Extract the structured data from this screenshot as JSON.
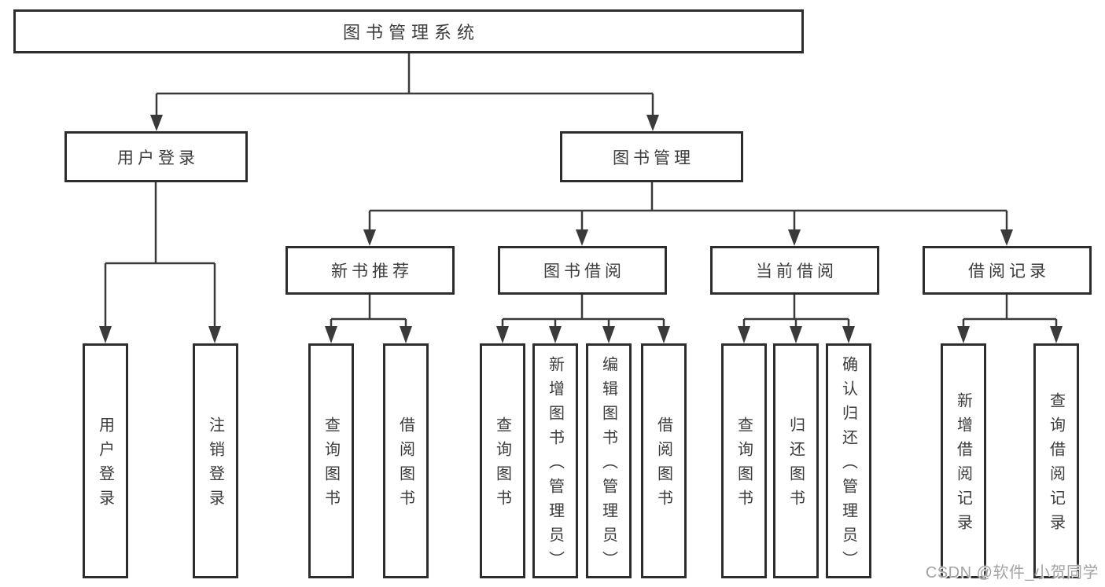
{
  "colors": {
    "background": "#ffffff",
    "line": "#3a3a3a",
    "box_border": "#2d2d2d",
    "text": "#3c3c3c",
    "watermark": "#a3a3a3"
  },
  "tree": {
    "root": {
      "label": "图书管理系统",
      "children": [
        {
          "label": "用户登录",
          "children": [
            {
              "label": "用户登录"
            },
            {
              "label": "注销登录"
            }
          ]
        },
        {
          "label": "图书管理",
          "children": [
            {
              "label": "新书推荐",
              "children": [
                {
                  "label": "查询图书"
                },
                {
                  "label": "借阅图书"
                }
              ]
            },
            {
              "label": "图书借阅",
              "children": [
                {
                  "label": "查询图书"
                },
                {
                  "label": "新增图书（管理员）"
                },
                {
                  "label": "编辑图书（管理员）"
                },
                {
                  "label": "借阅图书"
                }
              ]
            },
            {
              "label": "当前借阅",
              "children": [
                {
                  "label": "查询图书"
                },
                {
                  "label": "归还图书"
                },
                {
                  "label": "确认归还（管理员）"
                }
              ]
            },
            {
              "label": "借阅记录",
              "children": [
                {
                  "label": "新增借阅记录"
                },
                {
                  "label": "查询借阅记录"
                }
              ]
            }
          ]
        }
      ]
    }
  },
  "watermark": {
    "text": "CSDN @软件_小贺同学"
  }
}
